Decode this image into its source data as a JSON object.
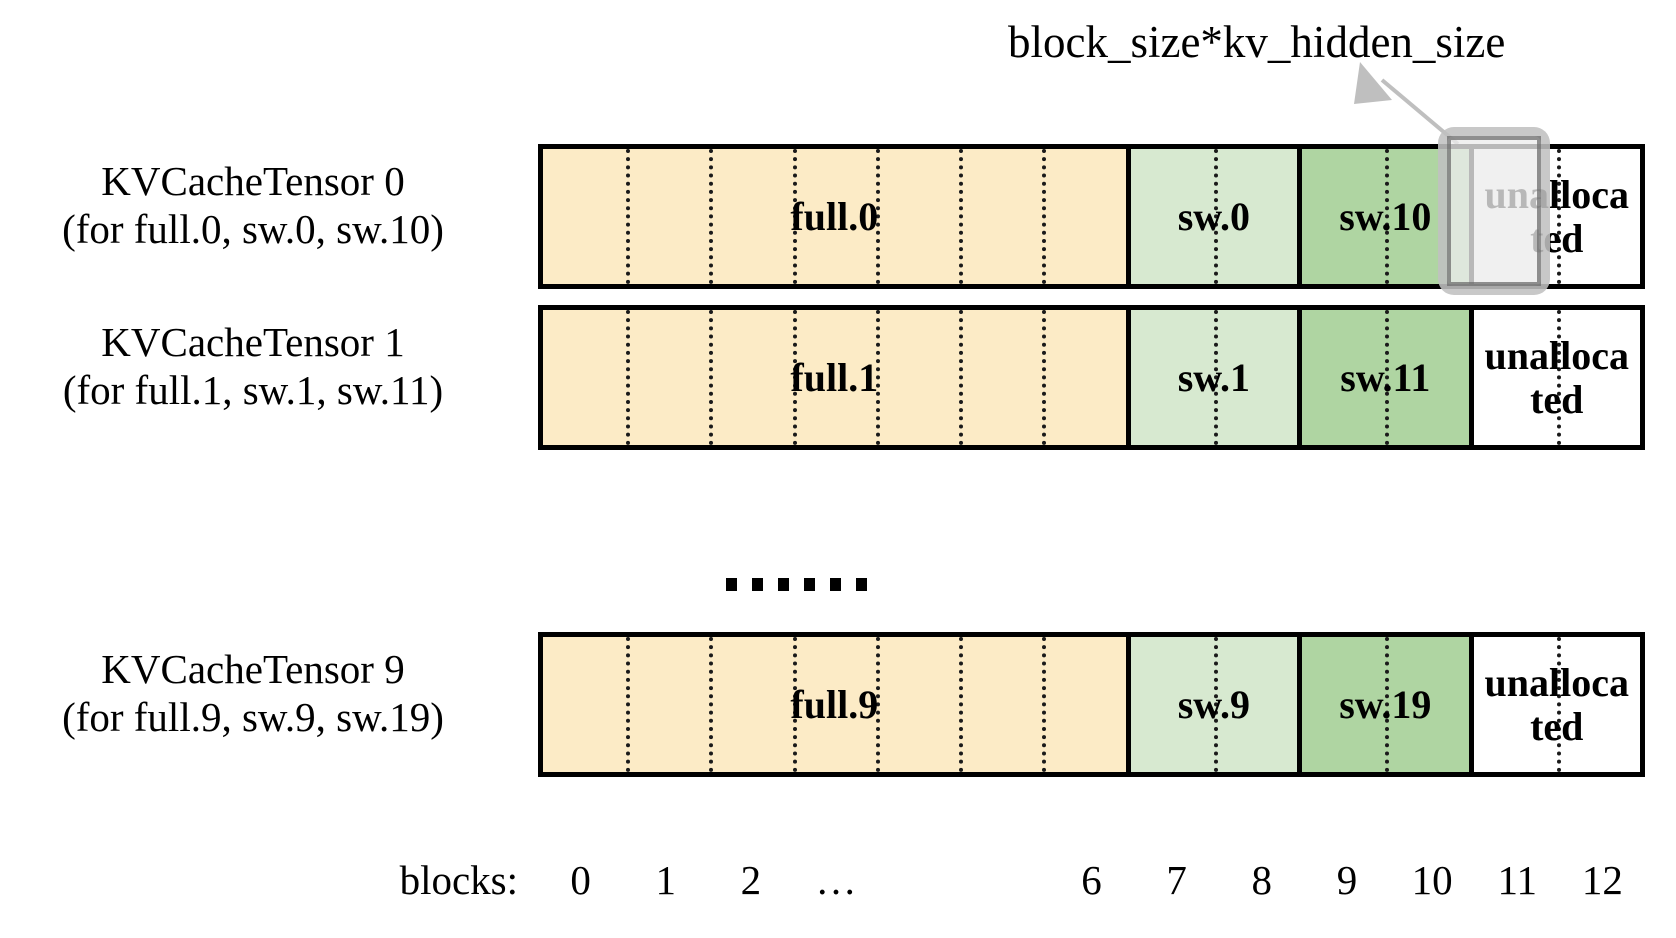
{
  "annotation": {
    "label": "block_size*kv_hidden_size",
    "arrow_icon": "arrow-up-left-icon",
    "highlight_target": "unallocated block 11 of KVCacheTensor 0"
  },
  "rows": [
    {
      "id": "kvcachetensor-0",
      "label_line1": "KVCacheTensor 0",
      "label_line2": "(for full.0, sw.0, sw.10)",
      "segments": [
        {
          "name": "full",
          "label": "full.0",
          "blocks": 7,
          "color": "#FCEBC6"
        },
        {
          "name": "sw-light",
          "label": "sw.0",
          "blocks": 2,
          "color": "#D7E9D0"
        },
        {
          "name": "sw-dark",
          "label": "sw.10",
          "blocks": 2,
          "color": "#AFD5A2"
        },
        {
          "name": "unallocated",
          "label": "unalloca\nted",
          "blocks": 2,
          "color": "#FFFFFF"
        }
      ]
    },
    {
      "id": "kvcachetensor-1",
      "label_line1": "KVCacheTensor 1",
      "label_line2": "(for full.1, sw.1, sw.11)",
      "segments": [
        {
          "name": "full",
          "label": "full.1",
          "blocks": 7,
          "color": "#FCEBC6"
        },
        {
          "name": "sw-light",
          "label": "sw.1",
          "blocks": 2,
          "color": "#D7E9D0"
        },
        {
          "name": "sw-dark",
          "label": "sw.11",
          "blocks": 2,
          "color": "#AFD5A2"
        },
        {
          "name": "unallocated",
          "label": "unalloca\nted",
          "blocks": 2,
          "color": "#FFFFFF"
        }
      ]
    },
    {
      "id": "kvcachetensor-9",
      "label_line1": "KVCacheTensor 9",
      "label_line2": "(for full.9, sw.9, sw.19)",
      "segments": [
        {
          "name": "full",
          "label": "full.9",
          "blocks": 7,
          "color": "#FCEBC6"
        },
        {
          "name": "sw-light",
          "label": "sw.9",
          "blocks": 2,
          "color": "#D7E9D0"
        },
        {
          "name": "sw-dark",
          "label": "sw.19",
          "blocks": 2,
          "color": "#AFD5A2"
        },
        {
          "name": "unallocated",
          "label": "unalloca\nted",
          "blocks": 2,
          "color": "#FFFFFF"
        }
      ]
    }
  ],
  "vertical_ellipsis": "……",
  "axis": {
    "title": "blocks:",
    "ticks": [
      "0",
      "1",
      "2",
      "…",
      "6",
      "7",
      "8",
      "9",
      "10",
      "11",
      "12"
    ],
    "tick_block_index": [
      0,
      1,
      2,
      3,
      6,
      7,
      8,
      9,
      10,
      11,
      12
    ],
    "total_blocks": 13
  },
  "colors": {
    "full_attention": "#FCEBC6",
    "sliding_window_light": "#D7E9D0",
    "sliding_window_dark": "#AFD5A2",
    "unallocated": "#FFFFFF",
    "border": "#000000",
    "highlight": "#C9C9C9"
  }
}
